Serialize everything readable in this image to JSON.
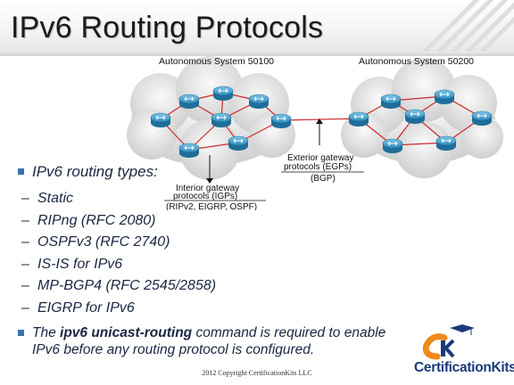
{
  "slide": {
    "title": "IPv6 Routing Protocols",
    "bullets": [
      {
        "text": "IPv6 routing types:",
        "subitems": [
          "Static",
          "RIPng (RFC 2080)",
          "OSPFv3 (RFC 2740)",
          "IS-IS for IPv6",
          "MP-BGP4  (RFC 2545/2858)",
          "EIGRP for IPv6"
        ]
      }
    ],
    "bullet2": {
      "prefix": "The ",
      "bold": "ipv6 unicast-routing",
      "suffix": " command is required to enable IPv6 before any routing protocol is configured."
    }
  },
  "diagram": {
    "as1_label": "Autonomous System 50100",
    "as2_label": "Autonomous System 50200",
    "igp_label_line1": "Interior gateway",
    "igp_label_line2": "protocols (IGPs)",
    "igp_examples": "(RIPv2, EIGRP, OSPF)",
    "egp_label_line1": "Exterior gateway",
    "egp_label_line2": "protocols (EGPs)",
    "egp_examples": "(BGP)",
    "router_icon": "router-icon",
    "link_color": "#cc2a2a",
    "router_color": "#3a97c4"
  },
  "footer": {
    "copyright": "2012 Copyright CertificationKits  LLC"
  },
  "logo": {
    "text": "CertificationKits",
    "icon": "certification-kits-logo-icon"
  },
  "colors": {
    "title_text": "#1b1b1b",
    "bullet_square": "#3b6fb6",
    "body_text": "#1a2742"
  }
}
